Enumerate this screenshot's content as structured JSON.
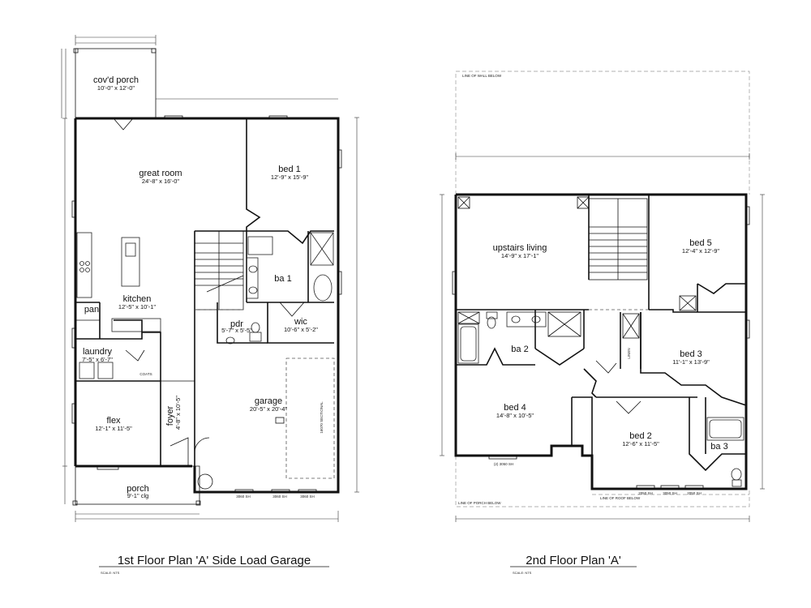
{
  "floor1": {
    "title": "1st Floor Plan 'A' Side Load Garage",
    "scale": "SCALE: NTS",
    "rooms": [
      {
        "id": "covd-porch",
        "name": "cov'd porch",
        "size": "10'-0\" x 12'-0\""
      },
      {
        "id": "great-room",
        "name": "great room",
        "size": "24'-8\" x 16'-0\""
      },
      {
        "id": "bed-1",
        "name": "bed 1",
        "size": "12'-9\" x 15'-9\""
      },
      {
        "id": "ba-1",
        "name": "ba 1",
        "size": ""
      },
      {
        "id": "kitchen",
        "name": "kitchen",
        "size": "12'-5\" x 10'-1\""
      },
      {
        "id": "pan",
        "name": "pan",
        "size": ""
      },
      {
        "id": "pdr",
        "name": "pdr",
        "size": "5'-7\" x 5'-5\""
      },
      {
        "id": "wic",
        "name": "wic",
        "size": "10'-6\" x 5'-2\""
      },
      {
        "id": "laundry",
        "name": "laundry",
        "size": "7'-5\" x 6'-7\""
      },
      {
        "id": "garage",
        "name": "garage",
        "size": "20'-5\" x 20'-4\""
      },
      {
        "id": "flex",
        "name": "flex",
        "size": "12'-1\" x 11'-5\""
      },
      {
        "id": "foyer",
        "name": "foyer",
        "size": "4'-8\" x 10'-5\""
      },
      {
        "id": "porch",
        "name": "porch",
        "size": "9'-1\" clg"
      }
    ],
    "labels": {
      "coats": "COATS",
      "garage_door": "16070 SECTIONAL",
      "win_a": "3060 SH",
      "win_b": "3060 SH",
      "win_c": "3060 SH"
    }
  },
  "floor2": {
    "title": "2nd Floor Plan 'A'",
    "scale": "SCALE: NTS",
    "rooms": [
      {
        "id": "upstairs-living",
        "name": "upstairs living",
        "size": "14'-9\" x 17'-1\""
      },
      {
        "id": "bed-5",
        "name": "bed 5",
        "size": "12'-4\" x 12'-9\""
      },
      {
        "id": "ba-2",
        "name": "ba 2",
        "size": ""
      },
      {
        "id": "bed-3",
        "name": "bed 3",
        "size": "11'-1\" x 13'-9\""
      },
      {
        "id": "bed-4",
        "name": "bed 4",
        "size": "14'-8\" x 10'-5\""
      },
      {
        "id": "bed-2",
        "name": "bed 2",
        "size": "12'-6\" x 11'-5\""
      },
      {
        "id": "ba-3",
        "name": "ba 3",
        "size": ""
      }
    ],
    "labels": {
      "line_wall": "LINE OF WALL BELOW",
      "line_porch": "LINE OF PORCH BELOW",
      "line_roof": "LINE OF ROOF BELOW",
      "linen": "LINEN",
      "win_bed4": "(2) 3050 SH",
      "win_a": "2050 SH",
      "win_b": "3050 SH",
      "win_c": "2050 SH"
    }
  }
}
